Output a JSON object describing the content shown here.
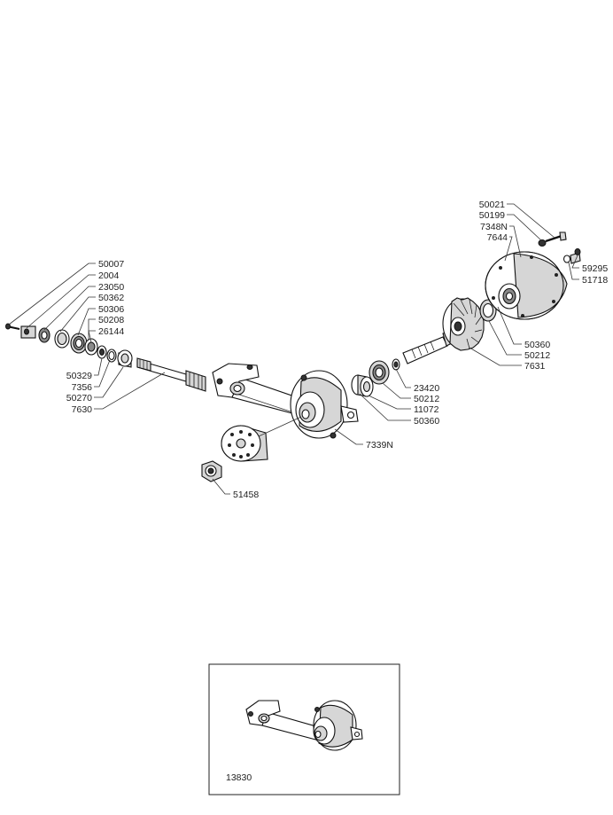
{
  "diagram": {
    "parts_left_stack": [
      "50007",
      "2004",
      "23050",
      "50362",
      "50306",
      "50208",
      "26144"
    ],
    "parts_left_lower": [
      "50329",
      "7356",
      "50270",
      "7630"
    ],
    "parts_upper_right": [
      "50021",
      "50199",
      "7348N",
      "7644"
    ],
    "parts_right_side": [
      "59295",
      "51718"
    ],
    "parts_right_lower": [
      "50360",
      "50212",
      "7631"
    ],
    "parts_center_right": [
      "23420",
      "50212",
      "11072",
      "50360"
    ],
    "part_housing": "7339N",
    "part_nut": "51458",
    "inset_assembly_number": "13830"
  }
}
